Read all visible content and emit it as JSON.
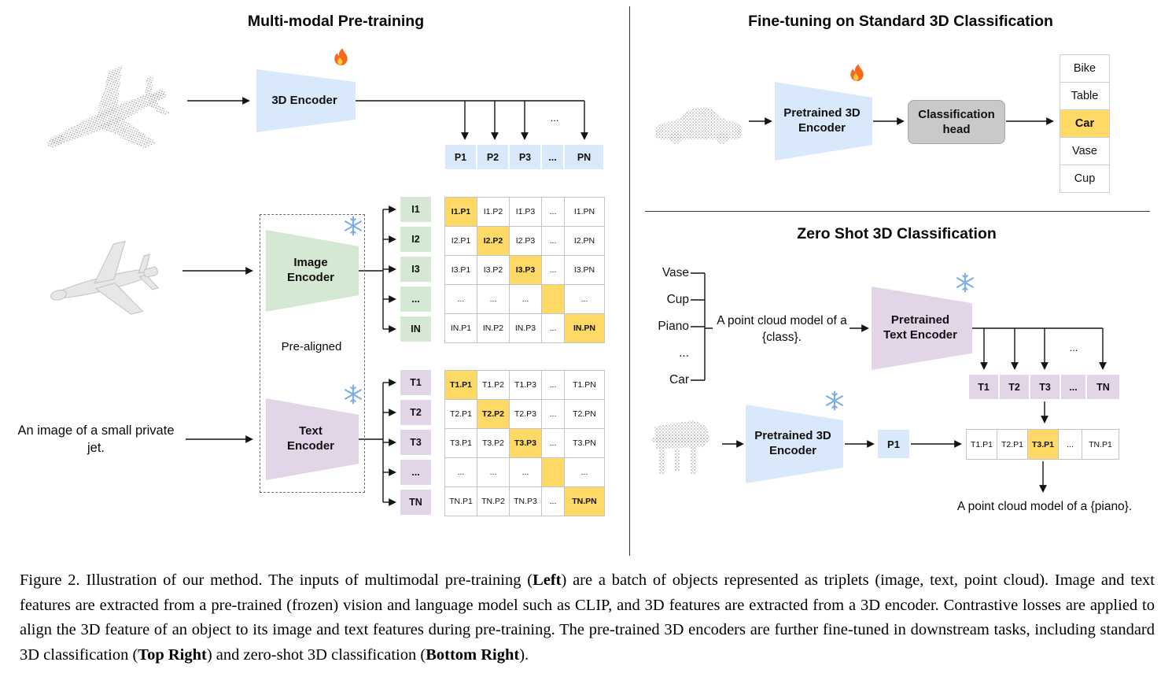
{
  "pretraining": {
    "title": "Multi-modal Pre-training",
    "encoder_3d_label": "3D Encoder",
    "image_encoder_label": "Image Encoder",
    "text_encoder_label": "Text Encoder",
    "prealigned_label": "Pre-aligned",
    "input_text": "An image of a small private jet.",
    "p_row": [
      "P1",
      "P2",
      "P3",
      "...",
      "PN"
    ],
    "image_rows": [
      "I1",
      "I2",
      "I3",
      "...",
      "IN"
    ],
    "text_rows": [
      "T1",
      "T2",
      "T3",
      "...",
      "TN"
    ],
    "image_matrix": [
      [
        "I1.P1",
        "I1.P2",
        "I1.P3",
        "...",
        "I1.PN"
      ],
      [
        "I2.P1",
        "I2.P2",
        "I2.P3",
        "...",
        "I2.PN"
      ],
      [
        "I3.P1",
        "I3.P2",
        "I3.P3",
        "...",
        "I3.PN"
      ],
      [
        "...",
        "...",
        "...",
        "",
        "..."
      ],
      [
        "IN.P1",
        "IN.P2",
        "IN.P3",
        "...",
        "IN.PN"
      ]
    ],
    "text_matrix": [
      [
        "T1.P1",
        "T1.P2",
        "T1.P3",
        "...",
        "T1.PN"
      ],
      [
        "T2.P1",
        "T2.P2",
        "T2.P3",
        "...",
        "T2.PN"
      ],
      [
        "T3.P1",
        "T3.P2",
        "T3.P3",
        "...",
        "T3.PN"
      ],
      [
        "...",
        "...",
        "...",
        "",
        "..."
      ],
      [
        "TN.P1",
        "TN.P2",
        "TN.P3",
        "...",
        "TN.PN"
      ]
    ]
  },
  "finetune": {
    "title": "Fine-tuning on Standard 3D Classification",
    "encoder_label": "Pretrained 3D Encoder",
    "head_label": "Classification head",
    "classes": [
      {
        "label": "Bike",
        "highlight": false
      },
      {
        "label": "Table",
        "highlight": false
      },
      {
        "label": "Car",
        "highlight": true
      },
      {
        "label": "Vase",
        "highlight": false
      },
      {
        "label": "Cup",
        "highlight": false
      }
    ]
  },
  "zeroshot": {
    "title": "Zero Shot 3D Classification",
    "class_list": [
      "Vase",
      "Cup",
      "Piano",
      "...",
      "Car"
    ],
    "prompt": "A point cloud model of a {class}.",
    "text_encoder_label": "Pretrained Text Encoder",
    "encoder_3d_label": "Pretrained 3D Encoder",
    "t_row": [
      "T1",
      "T2",
      "T3",
      "...",
      "TN"
    ],
    "p_cell": "P1",
    "result_row": [
      {
        "label": "T1.P1",
        "highlight": false
      },
      {
        "label": "T2.P1",
        "highlight": false
      },
      {
        "label": "T3.P1",
        "highlight": true
      },
      {
        "label": "...",
        "highlight": false
      },
      {
        "label": "TN.P1",
        "highlight": false
      }
    ],
    "output_text": "A point cloud model of a {piano}."
  },
  "misc": {
    "ellipsis": "..."
  },
  "icons": {
    "trainable": "fire-icon",
    "frozen": "snowflake-icon"
  },
  "colors": {
    "encoder_blue": "#dae8fc",
    "encoder_green": "#d5e8d4",
    "encoder_purple": "#e1d5e7",
    "highlight_orange": "#ffd966",
    "head_gray": "#c9c9c9",
    "flame_orange": "#f4691e",
    "snowflake_blue": "#7fb0e0"
  },
  "caption": {
    "segments": [
      {
        "text": "Figure 2. Illustration of our method. The inputs of multimodal pre-training (",
        "bold": false
      },
      {
        "text": "Left",
        "bold": true
      },
      {
        "text": ") are a batch of objects represented as triplets (image, text, point cloud). Image and text features are extracted from a pre-trained (frozen) vision and language model such as CLIP, and 3D features are extracted from a 3D encoder. Contrastive losses are applied to align the 3D feature of an object to its image and text features during pre-training. The pre-trained 3D encoders are further fine-tuned in downstream tasks, including standard 3D classification (",
        "bold": false
      },
      {
        "text": "Top Right",
        "bold": true
      },
      {
        "text": ") and zero-shot 3D classification (",
        "bold": false
      },
      {
        "text": "Bottom Right",
        "bold": true
      },
      {
        "text": ").",
        "bold": false
      }
    ]
  }
}
